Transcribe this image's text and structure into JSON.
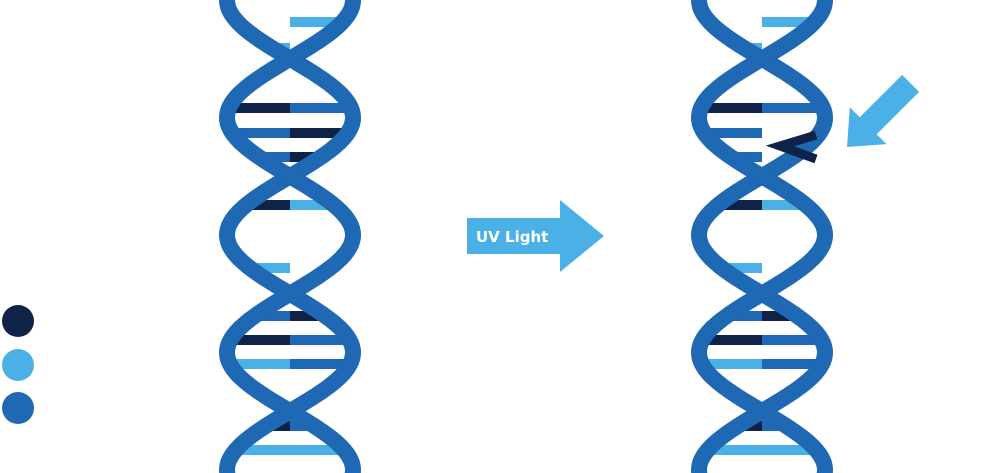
{
  "colors": {
    "backbone": "#1f68b3",
    "thymine": "#0f2248",
    "base_light": "#4bb0e6",
    "base_mid": "#1f68b3",
    "arrow": "#4bb0e6",
    "background": "#ffffff"
  },
  "legend_dots": [
    {
      "color": "#0f2248",
      "label": ""
    },
    {
      "color": "#4bb0e6",
      "label": ""
    },
    {
      "color": "#1f68b3",
      "label": ""
    }
  ],
  "uv_arrow": {
    "label": "UV Light"
  },
  "left_helix": {
    "name": "normal-dna"
  },
  "right_helix": {
    "name": "damaged-dna",
    "dimer_symbol": "<"
  }
}
